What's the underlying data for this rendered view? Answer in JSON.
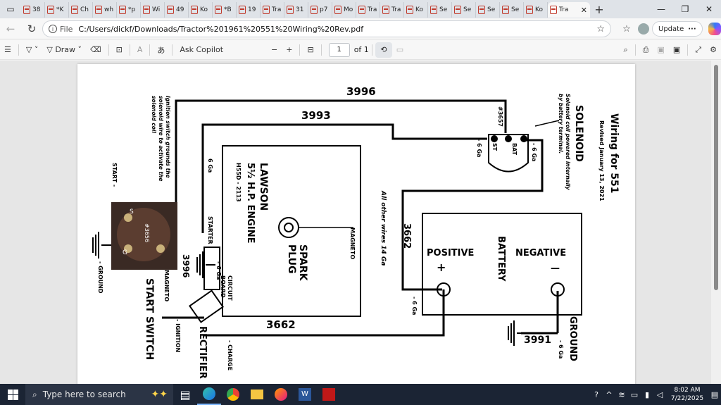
{
  "tabs": [
    {
      "label": "38"
    },
    {
      "label": "*K"
    },
    {
      "label": "Ch"
    },
    {
      "label": "wh"
    },
    {
      "label": "*p"
    },
    {
      "label": "Wi"
    },
    {
      "label": "49"
    },
    {
      "label": "Ko"
    },
    {
      "label": "*B"
    },
    {
      "label": "19"
    },
    {
      "label": "Tra"
    },
    {
      "label": "31"
    },
    {
      "label": "p7"
    },
    {
      "label": "Mo"
    },
    {
      "label": "Tra"
    },
    {
      "label": "Tra"
    },
    {
      "label": "Ko"
    },
    {
      "label": "Se"
    },
    {
      "label": "Se"
    },
    {
      "label": "Se"
    },
    {
      "label": "Se"
    },
    {
      "label": "Ko"
    }
  ],
  "active_tab": {
    "label": "Tra"
  },
  "address": {
    "scheme": "File",
    "url": "C:/Users/dickf/Downloads/Tractor%201961%20551%20Wiring%20Rev.pdf"
  },
  "browser": {
    "update_label": "Update"
  },
  "pdf_toolbar": {
    "draw_label": "Draw",
    "ask_copilot_label": "Ask Copilot",
    "page_number": "1",
    "page_total": "of 1"
  },
  "diagram": {
    "title": "Wiring for 551",
    "revised": "Revised January 13, 2021",
    "solenoid": "SOLENOID",
    "solenoid_note1": "Solenoid coil powered internally",
    "solenoid_note2": "by battery terminal.",
    "ignition_note1": "Ignition switch grounds the",
    "ignition_note2": "solenoid wire to activate the",
    "ignition_note3": "solenoid coil",
    "w3996": "3996",
    "w3993": "3993",
    "w3662": "3662",
    "w3662b": "3662",
    "w3991": "3991",
    "w3996b": "3996",
    "part3657": "#3657",
    "part3656": "#3656",
    "bat": "BAT",
    "st": "ST",
    "ga6": "- 6 Ga",
    "ga6b": "- 6 Ga",
    "ga6c": "6 Ga",
    "ga6d": "- 6 Ga",
    "ga6e": "- 6 Ga",
    "ga6f": "- 6 Ga",
    "engine1": "LAWSON",
    "engine2": "5½ H.P. ENGINE",
    "engine3": "H55D - 2113",
    "starter": "STARTER",
    "magneto": "MAGNETO",
    "spark1": "SPARK",
    "spark2": "PLUG",
    "circuit1": "CIRCUIT",
    "circuit2": "BOARD",
    "other_wires": "All other wires 14 Ga",
    "battery": "BATTERY",
    "positive": "POSITIVE",
    "negative": "NEGATIVE",
    "plus": "+",
    "minus": "—",
    "start": "START -",
    "ground": "- GROUND",
    "magneto_sw": "MAGNETO",
    "start_switch": "START SWITCH",
    "ignition": "- IGNITION",
    "rectifier": "RECTIFIER",
    "charge": "- CHARGE",
    "ground_label": "GROUND",
    "s": "S",
    "g": "G"
  },
  "taskbar": {
    "search_placeholder": "Type here to search",
    "time": "8:02 AM",
    "date": "7/22/2025"
  }
}
